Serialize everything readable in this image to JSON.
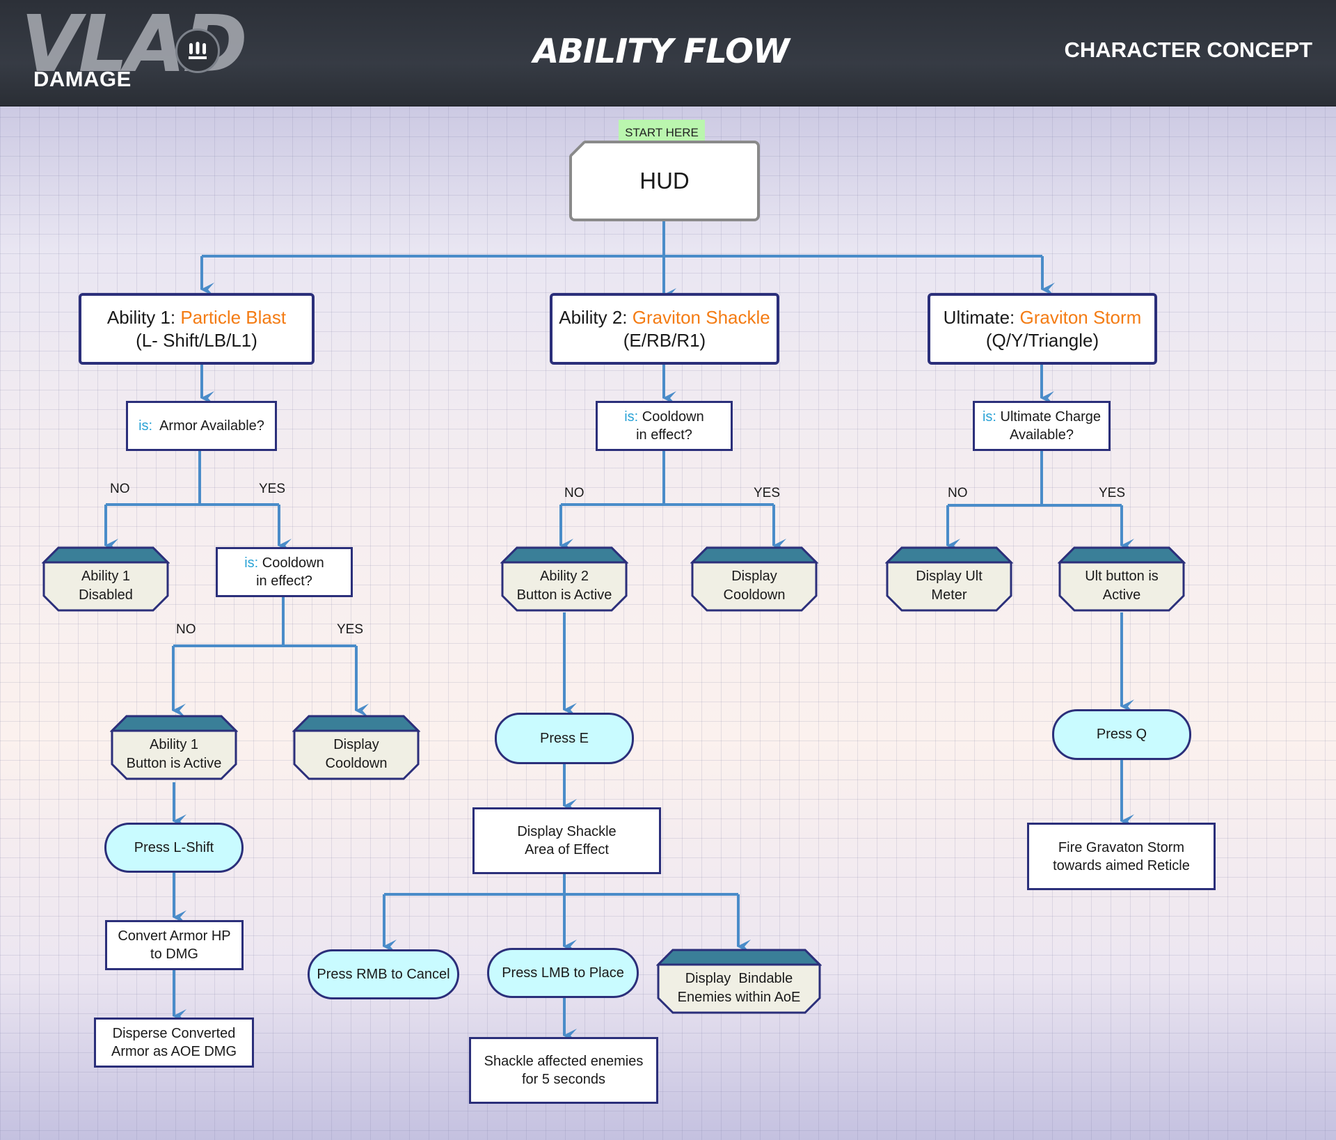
{
  "header": {
    "logo": "VLAD",
    "role": "DAMAGE",
    "title": "ABILITY FLOW",
    "subtitle": "CHARACTER CONCEPT"
  },
  "start": {
    "tag": "START HERE",
    "label": "HUD"
  },
  "abilities": [
    {
      "prefix": "Ability 1:",
      "name": "Particle Blast",
      "keys": "(L- Shift/LB/L1)"
    },
    {
      "prefix": "Ability 2:",
      "name": "Graviton Shackle",
      "keys": "(E/RB/R1)"
    },
    {
      "prefix": "Ultimate:",
      "name": "Graviton Storm",
      "keys": "(Q/Y/Triangle)"
    }
  ],
  "branch_labels": {
    "no": "NO",
    "yes": "YES",
    "is": "is:"
  },
  "ability1": {
    "q1": "Armor Available?",
    "disabled": [
      "Ability 1",
      "Disabled"
    ],
    "q2": [
      "Cooldown",
      "in effect?"
    ],
    "active": [
      "Ability 1",
      "Button is Active"
    ],
    "cooldown": [
      "Display",
      "Cooldown"
    ],
    "press": "Press L-Shift",
    "convert": [
      "Convert Armor HP",
      "to DMG"
    ],
    "disperse": [
      "Disperse Converted",
      "Armor as AOE DMG"
    ]
  },
  "ability2": {
    "q1": [
      "Cooldown",
      "in effect?"
    ],
    "active": [
      "Ability 2",
      "Button is Active"
    ],
    "cooldown": [
      "Display",
      "Cooldown"
    ],
    "press": "Press E",
    "area": [
      "Display Shackle",
      "Area of Effect"
    ],
    "cancel": "Press RMB to Cancel",
    "place": "Press LMB to Place",
    "bindable": [
      "Display  Bindable",
      "Enemies within AoE"
    ],
    "shackle": [
      "Shackle affected enemies",
      "for 5 seconds"
    ]
  },
  "ultimate": {
    "q1": [
      "Ultimate Charge",
      "Available?"
    ],
    "meter": [
      "Display Ult",
      "Meter"
    ],
    "active": [
      "Ult button is",
      "Active"
    ],
    "press": "Press Q",
    "fire": [
      "Fire Gravaton Storm",
      "towards aimed Reticle"
    ]
  },
  "colors": {
    "connector": "#4a8cc9",
    "border": "#2b2f7a",
    "highlight": "#f47c14",
    "is_label": "#2ba3d6",
    "terminal": "#c9fbff",
    "hex_fill": "#f0efe4",
    "hex_top": "#3a7f98",
    "start_tag": "#baf6ae"
  }
}
